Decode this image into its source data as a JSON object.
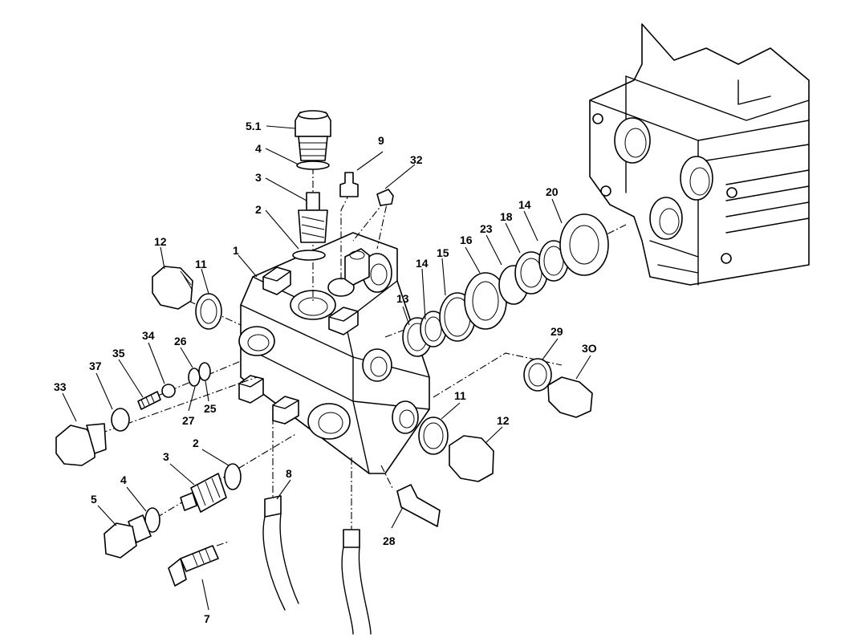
{
  "diagram": {
    "part_labels": [
      "5.1",
      "4",
      "3",
      "2",
      "9",
      "32",
      "12",
      "11",
      "1",
      "14",
      "15",
      "16",
      "23",
      "18",
      "14",
      "20",
      "13",
      "34",
      "35",
      "37",
      "33",
      "26",
      "27",
      "25",
      "29",
      "3O",
      "11",
      "12",
      "2",
      "3",
      "4",
      "5",
      "8",
      "28",
      "7"
    ]
  }
}
